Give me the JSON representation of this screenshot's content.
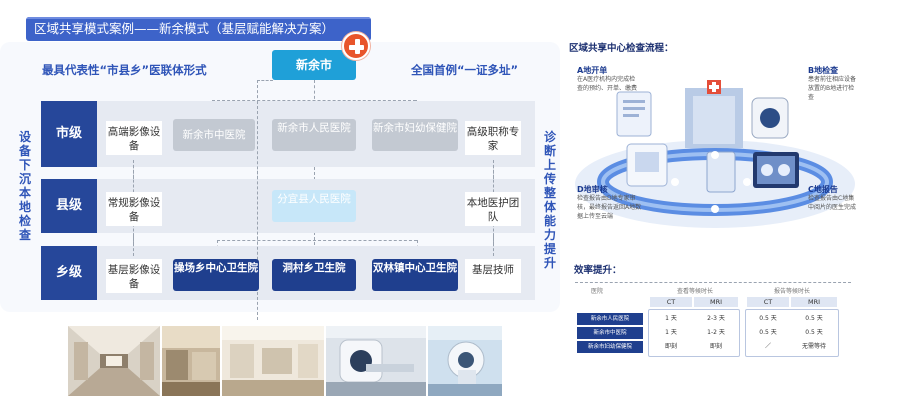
{
  "title": "区域共享模式案例——新余模式（基层赋能解决方案）",
  "left_tagline": "最具代表性“市县乡”医联体形式",
  "right_tagline": "全国首例“一证多址”",
  "hub_label": "新余市",
  "left_side_text": "设备下沉 本地检查",
  "right_side_text": "诊断上传 整体能力提升",
  "levels": {
    "city": "市级",
    "county": "县级",
    "town": "乡级"
  },
  "left_boxes": {
    "city": "高端影像设备",
    "county": "常规影像设备",
    "town": "基层影像设备"
  },
  "right_boxes": {
    "city": "高级职称专家",
    "county": "本地医护团队",
    "town": "基层技师"
  },
  "city_nodes": [
    "新余市中医院",
    "新余市人民医院",
    "新余市妇幼保健院"
  ],
  "county_node": "分宜县人民医院",
  "town_nodes": [
    "操场乡中心卫生院",
    "洞村乡卫生院",
    "双林镇中心卫生院"
  ],
  "flow": {
    "title": "区域共享中心检查流程：",
    "steps": [
      {
        "title": "A地开单",
        "desc": "在A医疗机构内完成检查的预约、开单、缴费"
      },
      {
        "title": "B地检查",
        "desc": "患者前往相应设备放置的B地进行检查"
      },
      {
        "title": "D地审核",
        "desc": "检查报告由D地专家审核，最终报告返回A地数据上传至云端"
      },
      {
        "title": "C地报告",
        "desc": "检查报告由C地集中阅片的医生完成"
      }
    ]
  },
  "efficiency": {
    "title": "效率提升：",
    "col_label": "医院",
    "group1": "查看等候时长",
    "group2": "报告等候时长",
    "sub_headers": [
      "CT",
      "MRI",
      "CT",
      "MRI"
    ],
    "rows": [
      {
        "label": "新余市人民医院",
        "values": [
          "1 天",
          "2-3 天",
          "0.5 天",
          "0.5 天"
        ]
      },
      {
        "label": "新余市中医院",
        "values": [
          "1 天",
          "1-2 天",
          "0.5 天",
          "0.5 天"
        ]
      },
      {
        "label": "新余市妇幼保健院",
        "values": [
          "即刻",
          "即刻",
          "／",
          "无需等待"
        ]
      }
    ]
  },
  "colors": {
    "title_bar": "#3d63c9",
    "level_dark": "#26479a",
    "hub": "#1fa0d8",
    "accent_text": "#2f55b8",
    "plus": "#e8552b"
  }
}
